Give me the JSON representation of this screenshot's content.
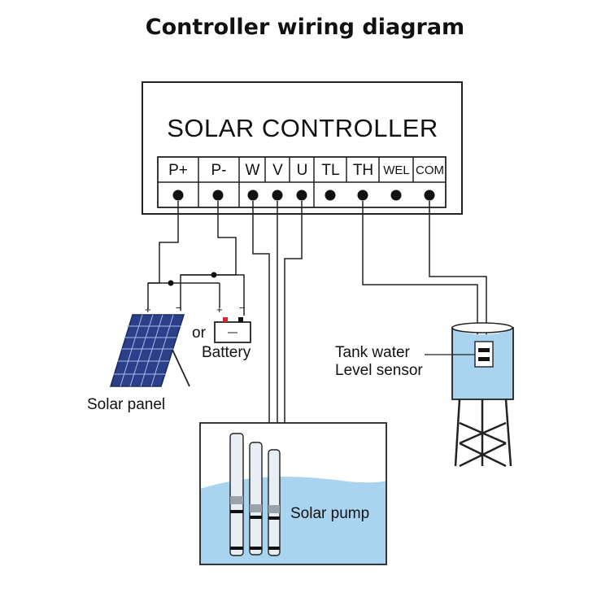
{
  "title": "Controller wiring diagram",
  "controller": {
    "label": "SOLAR CONTROLLER",
    "terminals": [
      "P+",
      "P-",
      "W",
      "V",
      "U",
      "TL",
      "TH",
      "WEL",
      "COM"
    ]
  },
  "labels": {
    "or": "or",
    "battery": "Battery",
    "solar_panel": "Solar panel",
    "tank_sensor_line1": "Tank water",
    "tank_sensor_line2": "Level sensor",
    "solar_pump": "Solar pump",
    "plus": "+",
    "minus": "−"
  },
  "colors": {
    "line": "#222222",
    "water": "#a8d4f0",
    "panel": "#2b3f8a",
    "battery_pos": "#d9262b"
  }
}
